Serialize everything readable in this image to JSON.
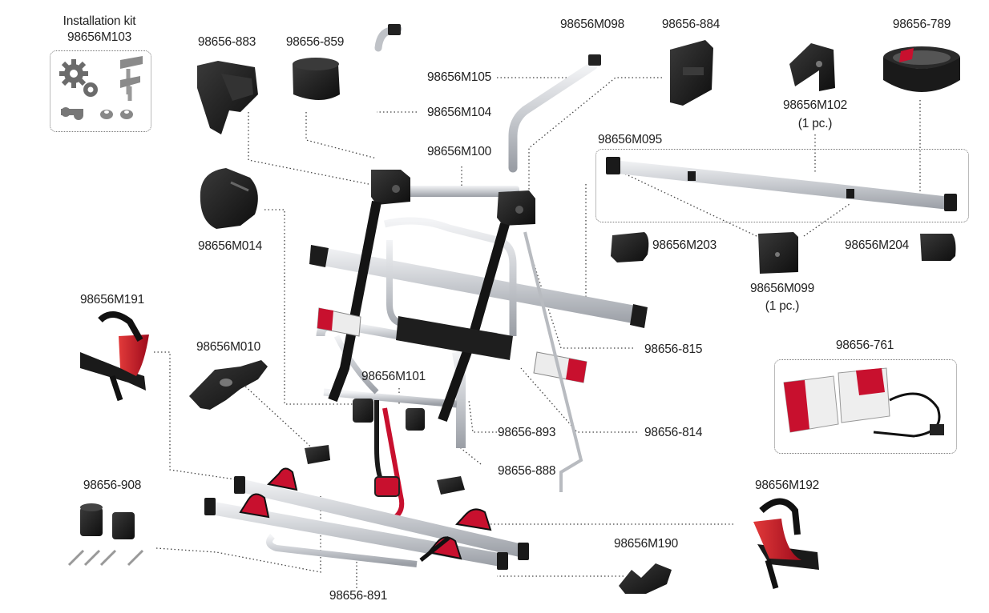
{
  "labels": {
    "installation_kit_title": "Installation kit",
    "installation_kit_code": "98656M103",
    "p_883": "98656-883",
    "p_859": "98656-859",
    "p_M105": "98656M105",
    "p_M104": "98656M104",
    "p_M100": "98656M100",
    "p_M098": "98656M098",
    "p_884": "98656-884",
    "p_789": "98656-789",
    "p_M102": "98656M102",
    "p_M102_qty": "(1 pc.)",
    "p_M095": "98656M095",
    "p_M014": "98656M014",
    "p_M203": "98656M203",
    "p_M204": "98656M204",
    "p_M099": "98656M099",
    "p_M099_qty": "(1 pc.)",
    "p_M191": "98656M191",
    "p_M010": "98656M010",
    "p_815": "98656-815",
    "p_761": "98656-761",
    "p_M101": "98656M101",
    "p_893": "98656-893",
    "p_814": "98656-814",
    "p_888": "98656-888",
    "p_908": "98656-908",
    "p_M192": "98656M192",
    "p_M190": "98656M190",
    "p_891": "98656-891"
  },
  "colors": {
    "frame_aluminium": "#d0d2d6",
    "plastic_black": "#1c1c1c",
    "accent_red": "#c8102e",
    "leader_line": "#444444"
  }
}
